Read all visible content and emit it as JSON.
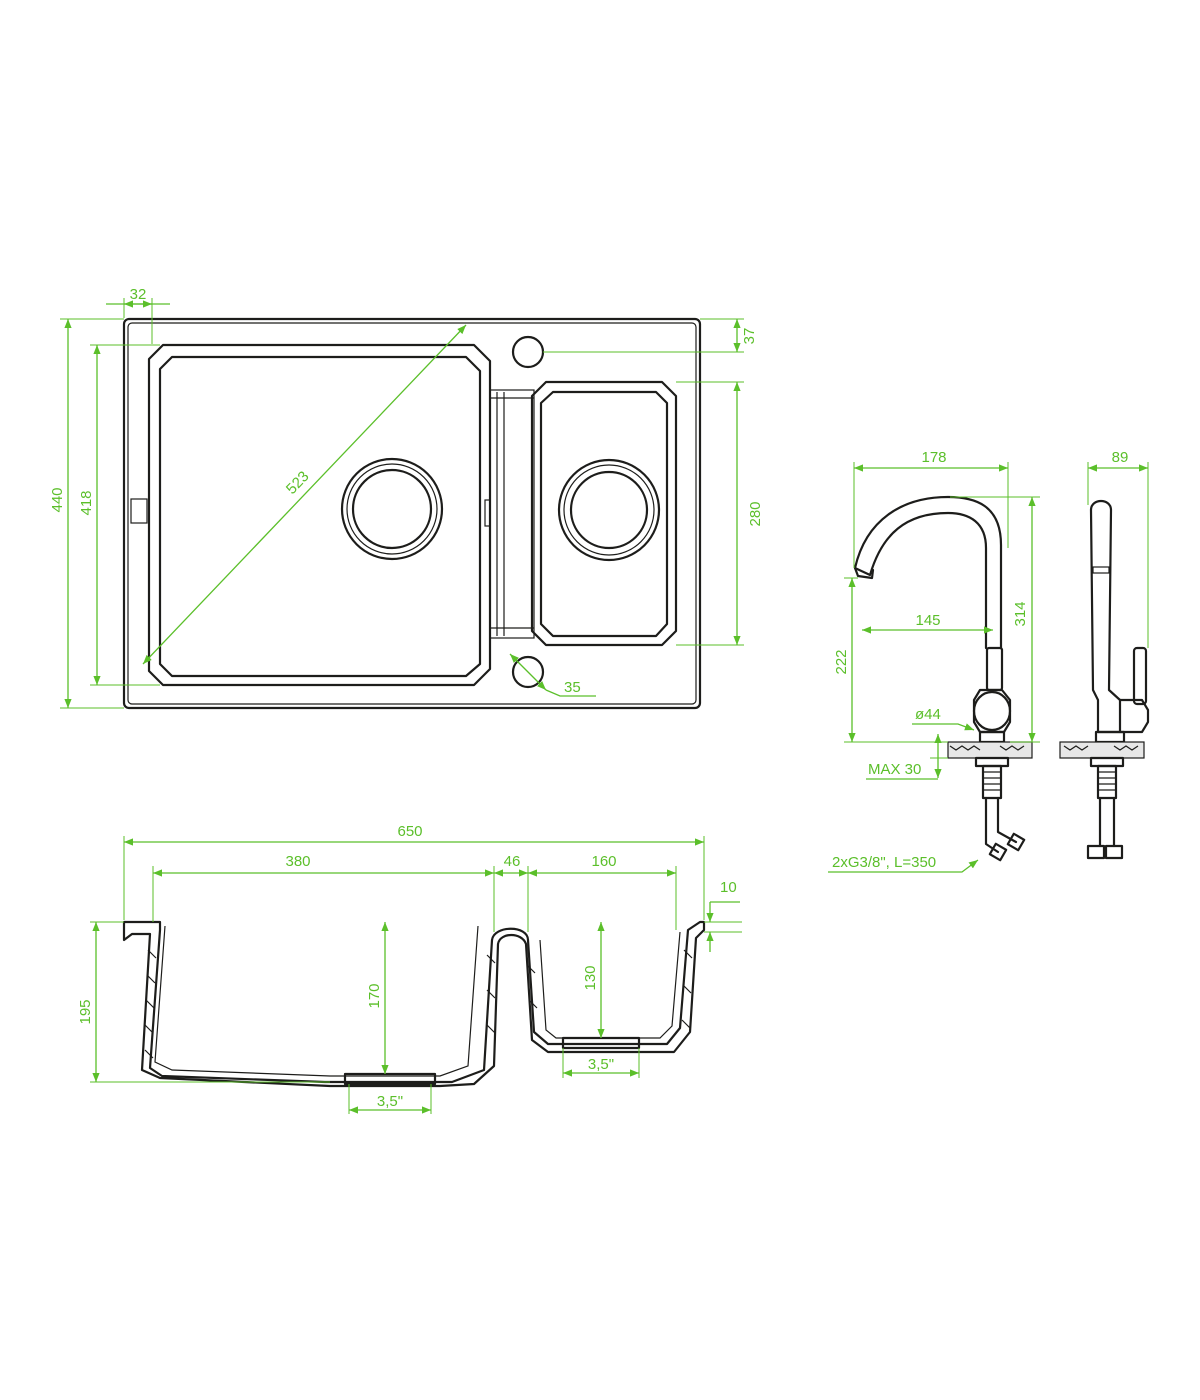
{
  "colors": {
    "outline": "#1d1d1b",
    "dimension": "#5bbf2a",
    "background": "#ffffff"
  },
  "top_view": {
    "dim_32": "32",
    "dim_440": "440",
    "dim_418": "418",
    "dim_523": "523",
    "dim_37": "37",
    "dim_280": "280",
    "dim_35": "35"
  },
  "faucet_view": {
    "dim_178": "178",
    "dim_89": "89",
    "dim_145": "145",
    "dim_314": "314",
    "dim_222": "222",
    "dim_d44": "ø44",
    "dim_max30": "MAX 30",
    "hoses": "2xG3/8\", L=350"
  },
  "section_view": {
    "dim_650": "650",
    "dim_380": "380",
    "dim_46": "46",
    "dim_160": "160",
    "dim_10": "10",
    "dim_195": "195",
    "dim_170": "170",
    "dim_130": "130",
    "drain_left": "3,5\"",
    "drain_right": "3,5\""
  }
}
